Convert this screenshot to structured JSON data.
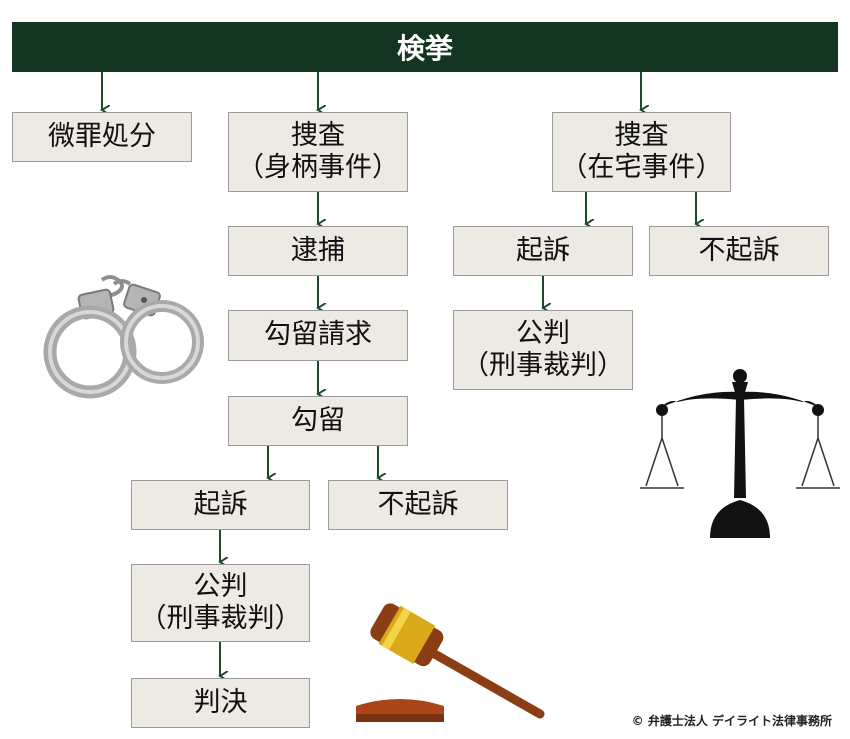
{
  "header": {
    "title": "検挙"
  },
  "nodes": {
    "bizai": {
      "line1": "微罪処分"
    },
    "sousa_migara": {
      "line1": "捜査",
      "line2": "（身柄事件）"
    },
    "taiho": {
      "line1": "逮捕"
    },
    "kouryuu_seikyuu": {
      "line1": "勾留請求"
    },
    "kouryuu": {
      "line1": "勾留"
    },
    "kiso_left": {
      "line1": "起訴"
    },
    "fukiso_mid": {
      "line1": "不起訴"
    },
    "kouhan_left": {
      "line1": "公判",
      "line2": "（刑事裁判）"
    },
    "hanketsu": {
      "line1": "判決"
    },
    "sousa_zaitaku": {
      "line1": "捜査",
      "line2": "（在宅事件）"
    },
    "kiso_right": {
      "line1": "起訴"
    },
    "fukiso_right": {
      "line1": "不起訴"
    },
    "kouhan_right": {
      "line1": "公判",
      "line2": "（刑事裁判）"
    }
  },
  "illustrations": {
    "handcuffs": "handcuffs-icon",
    "scales": "scales-of-justice-icon",
    "gavel": "gavel-icon"
  },
  "colors": {
    "header_bg": "#14351f",
    "box_bg": "#ede9e3",
    "arrow": "#1f4a2c"
  },
  "credit": "© 弁護士法人 デイライト法律事務所"
}
